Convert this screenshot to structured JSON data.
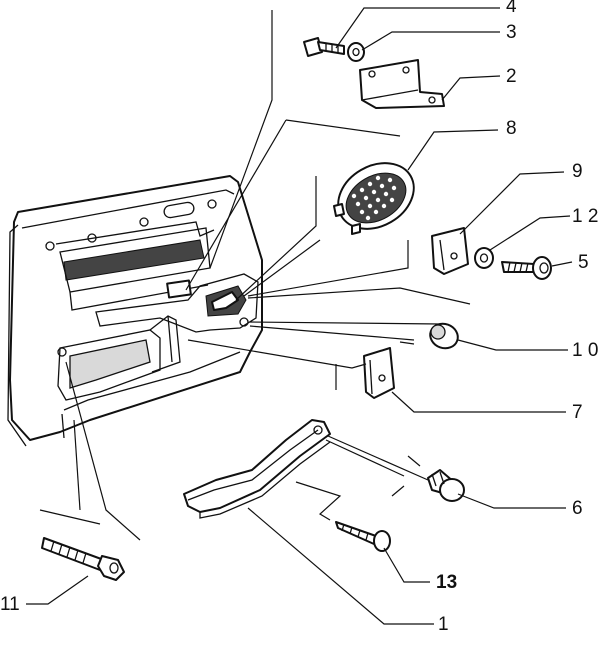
{
  "diagram": {
    "callouts": [
      {
        "id": "c4",
        "text": "4"
      },
      {
        "id": "c3",
        "text": "3"
      },
      {
        "id": "c2",
        "text": "2"
      },
      {
        "id": "c8",
        "text": "8"
      },
      {
        "id": "c9",
        "text": "9"
      },
      {
        "id": "c12",
        "text": "1 2"
      },
      {
        "id": "c5",
        "text": "5"
      },
      {
        "id": "c10",
        "text": "1 0"
      },
      {
        "id": "c7",
        "text": "7"
      },
      {
        "id": "c6",
        "text": "6"
      },
      {
        "id": "c13",
        "text": "13"
      },
      {
        "id": "c1",
        "text": "1"
      },
      {
        "id": "c11",
        "text": "11"
      }
    ]
  }
}
